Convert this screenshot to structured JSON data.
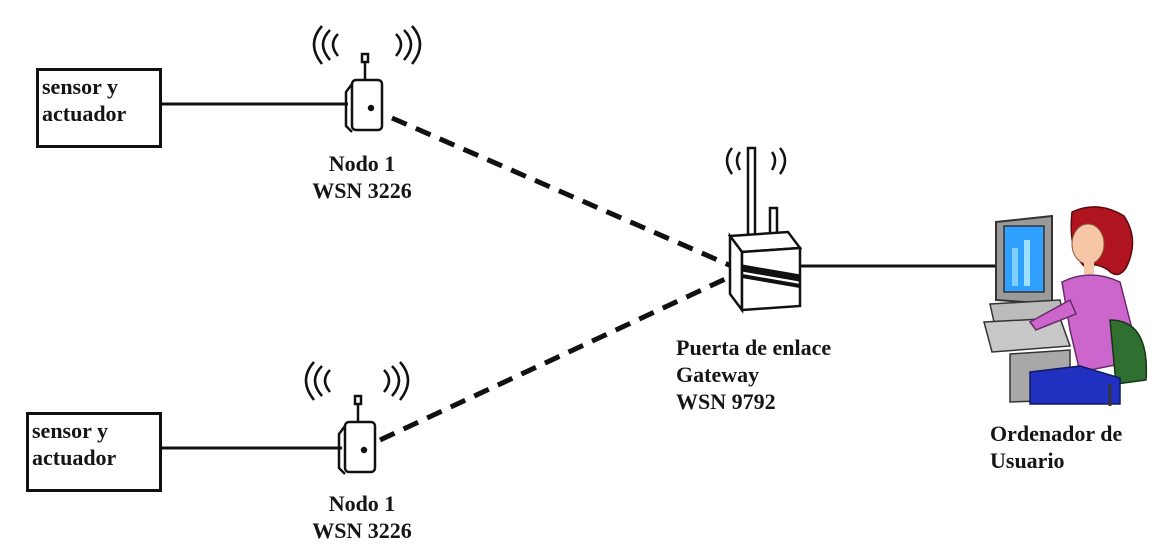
{
  "sensors": [
    {
      "line1": "sensor y",
      "line2": "actuador"
    },
    {
      "line1": "sensor y",
      "line2": "actuador"
    }
  ],
  "nodes": [
    {
      "name": "Nodo 1",
      "model": "WSN 3226"
    },
    {
      "name": "Nodo 1",
      "model": "WSN 3226"
    }
  ],
  "gateway": {
    "line1": "Puerta de enlace",
    "line2": "Gateway",
    "line3": "WSN 9792"
  },
  "user": {
    "line1": "Ordenador de",
    "line2": "Usuario"
  },
  "colors": {
    "line": "#111111",
    "user_shirt": "#cc66cc",
    "user_hair": "#b0141e",
    "monitor": "#2fa0ff",
    "chair": "#2f6f2f"
  },
  "icons": [
    "wireless-node-icon",
    "gateway-router-icon",
    "radio-waves-icon",
    "computer-user-icon"
  ]
}
